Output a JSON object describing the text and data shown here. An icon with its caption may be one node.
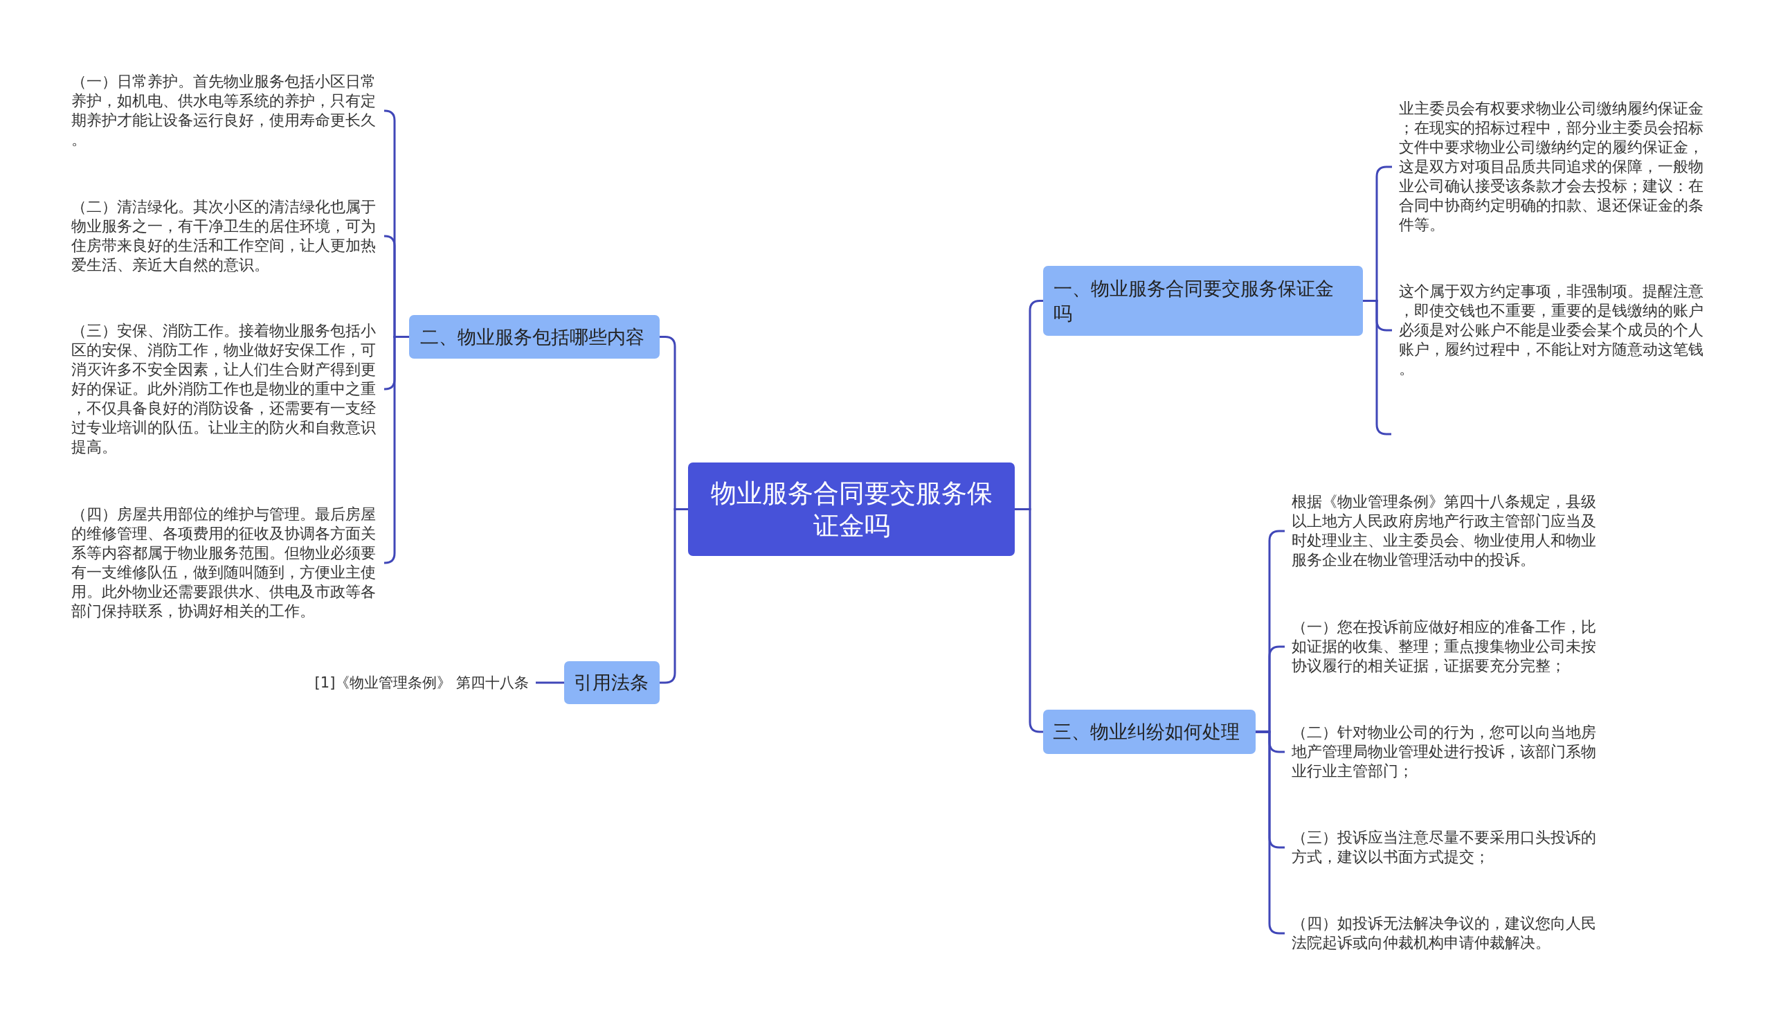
{
  "diagram": {
    "nodes": [
      {
        "text": [
          "物业服务合同要交服务保证金吗"
        ]
      },
      {
        "text": [
          "二、物业服务包括哪些内容"
        ]
      },
      {
        "text": [
          "（一）日常养护。首先物业服务包括小区日常养护，如机电、供水电等系统的养护，只有定期养护才能让设备运行良好，使用寿命更长久。"
        ]
      },
      {
        "text": [
          "（二）清洁绿化。其次小区的清洁绿化也属于物业服务之一，有干净卫生的居住环境，可为住房带来良好的生活和工作空间，让人更加热爱生活、亲近大自然的意识。"
        ]
      },
      {
        "text": [
          "（三）安保、消防工作。接着物业服务包括小区的安保、消防工作，物业做好安保工作，可消灭许多不安全因素，让人们生合财产得到更好的保证。此外消防工作也是物业的重中之重，不仅具备良好的消防设备，还需要有一支经过专业培训的队伍。让业主的防火和自救意识提高。"
        ]
      },
      {
        "text": [
          "（四）房屋共用部位的维护与管理。最后房屋的维修管理、各项费用的征收及协调各方面关系等内容都属于物业服务范围。但物业必须要有一支维修队伍，做到随叫随到，方便业主使用。此外物业还需要跟供水、供电及市政等各部门保持联系，协调好相关的工作。"
        ]
      },
      {
        "text": [
          "引用法条"
        ]
      },
      {
        "text": [
          "[1]《物业管理条例》 第四十八条"
        ]
      },
      {
        "text": [
          "一、物业服务合同要交服务保证金吗"
        ]
      },
      {
        "text": [
          "业主委员会有权要求物业公司缴纳履约保证金；在现实的招标过程中，部分业主委员会招标文件中要求物业公司缴纳约定的履约保证金，这是双方对项目品质共同追求的保障，一般物业公司确认接受该条款才会去投标；建议：在合同中协商约定明确的扣款、退还保证金的条件等。"
        ]
      },
      {
        "text": [
          "这个属于双方约定事项，非强制项。提醒注意，即使交钱也不重要，重要的是钱缴纳的账户必须是对公账户不能是业委会某个成员的个人账户，履约过程中，不能让对方随意动这笔钱。"
        ]
      },
      {
        "text": [
          "三、物业纠纷如何处理"
        ]
      },
      {
        "text": [
          "根据《物业管理条例》第四十八条规定，县级以上地方人民政府房地产行政主管部门应当及时处理业主、业主委员会、物业使用人和物业服务企业在物业管理活动中的投诉。"
        ]
      },
      {
        "text": [
          "（一）您在投诉前应做好相应的准备工作，比如证据的收集、整理；重点搜集物业公司未按协议履行的相关证据，证据要充分完整；"
        ]
      },
      {
        "text": [
          "（二）针对物业公司的行为，您可以向当地房地产管理局物业管理处进行投诉，该部门系物业行业主管部门；"
        ]
      },
      {
        "text": [
          "（三）投诉应当注意尽量不要采用口头投诉的方式，建议以书面方式提交；"
        ]
      },
      {
        "text": [
          "（四）如投诉无法解决争议的，建议您向人民法院起诉或向仲裁机构申请仲裁解决。"
        ]
      }
    ],
    "edges": [
      {
        "from": 0,
        "to": 1,
        "arrow": "none"
      },
      {
        "from": 1,
        "to": 2,
        "arrow": "none"
      },
      {
        "from": 1,
        "to": 3,
        "arrow": "none"
      },
      {
        "from": 1,
        "to": 4,
        "arrow": "none"
      },
      {
        "from": 1,
        "to": 5,
        "arrow": "none"
      },
      {
        "from": 0,
        "to": 6,
        "arrow": "none"
      },
      {
        "from": 6,
        "to": 7,
        "arrow": "none"
      },
      {
        "from": 0,
        "to": 8,
        "arrow": "none"
      },
      {
        "from": 8,
        "to": 9,
        "arrow": "none"
      },
      {
        "from": 8,
        "to": 10,
        "arrow": "none"
      },
      {
        "from": 8,
        "to": null,
        "arrow": "none"
      },
      {
        "from": 0,
        "to": 11,
        "arrow": "none"
      },
      {
        "from": 11,
        "to": 12,
        "arrow": "none"
      },
      {
        "from": 11,
        "to": 13,
        "arrow": "none"
      },
      {
        "from": 11,
        "to": 14,
        "arrow": "none"
      },
      {
        "from": 11,
        "to": 15,
        "arrow": "none"
      },
      {
        "from": 11,
        "to": 16,
        "arrow": "none"
      }
    ]
  }
}
